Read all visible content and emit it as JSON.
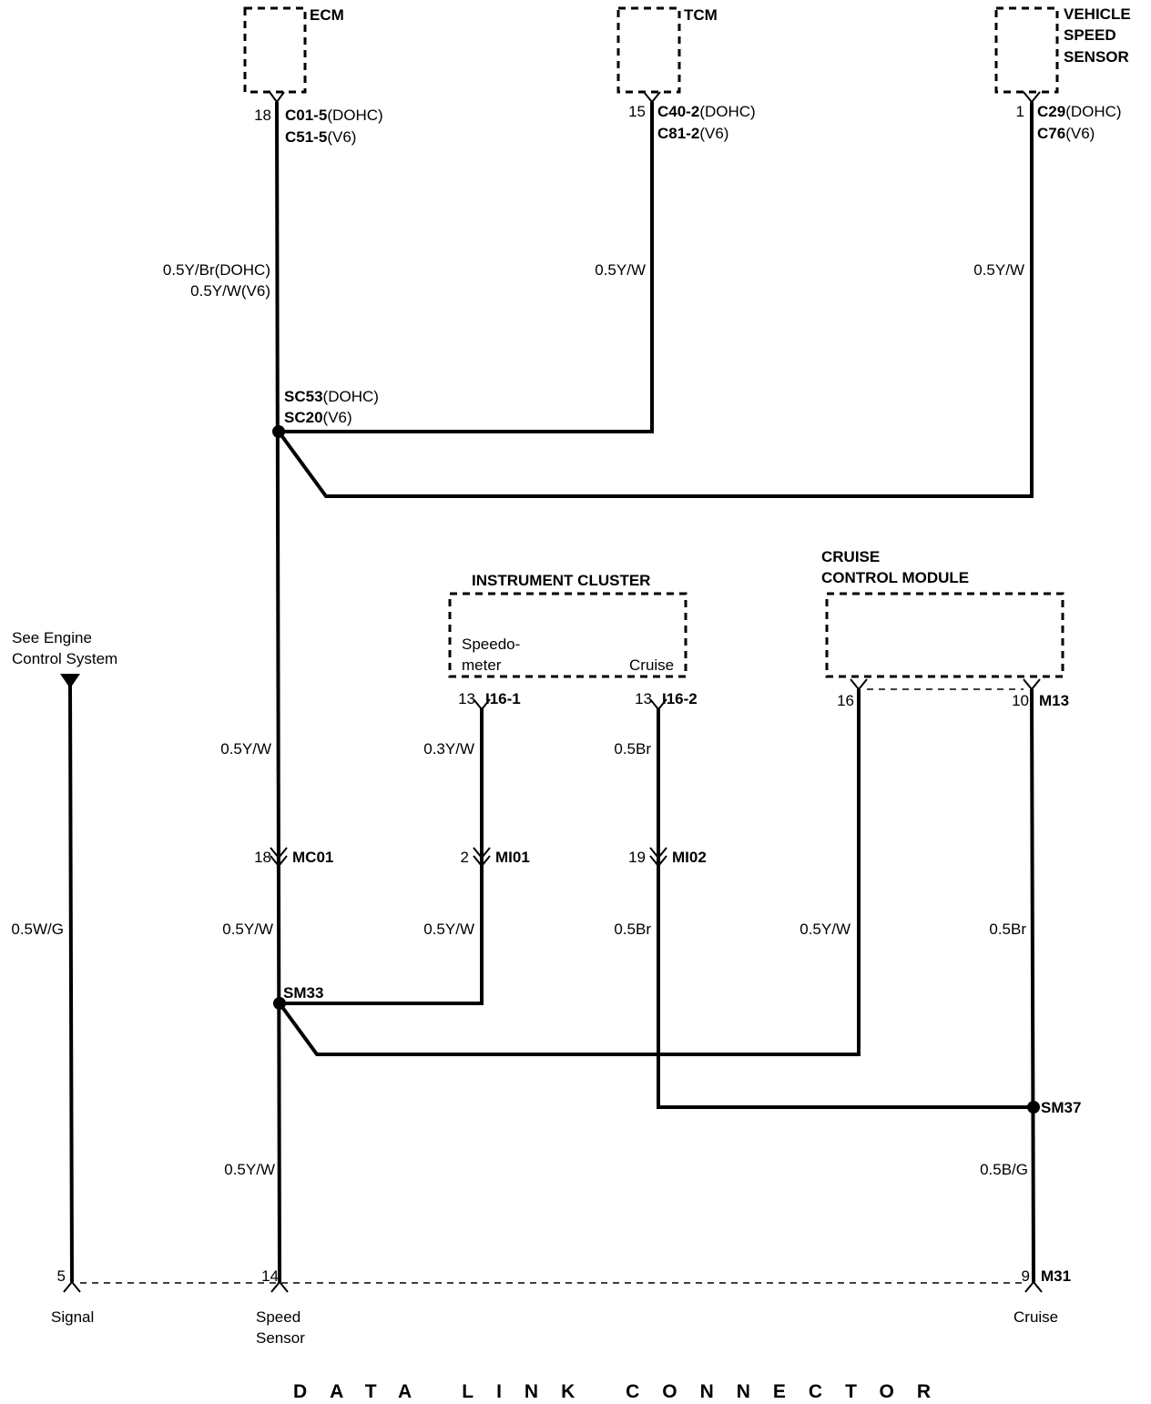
{
  "modules": {
    "ecm": "ECM",
    "tcm": "TCM",
    "vss": [
      "VEHICLE",
      "SPEED",
      "SENSOR"
    ],
    "cluster": "INSTRUMENT CLUSTER",
    "cluster_speedo": [
      "Speedo-",
      "meter"
    ],
    "cluster_cruise": "Cruise",
    "ccm": [
      "CRUISE",
      "CONTROL MODULE"
    ],
    "ecs_note": [
      "See  Engine",
      "Control System"
    ]
  },
  "pins": {
    "ecm": "18",
    "tcm": "15",
    "vss": "1",
    "i161": "13",
    "i162": "13",
    "ccm16": "16",
    "ccm10": "10",
    "mc01": "18",
    "mi01": "2",
    "mi02": "19",
    "dlc5": "5",
    "dlc14": "14",
    "dlc9": "9"
  },
  "connectors": {
    "ecm": [
      {
        "code": "C01-5",
        "suffix": "(DOHC)"
      },
      {
        "code": "C51-5",
        "suffix": "(V6)"
      }
    ],
    "tcm": [
      {
        "code": "C40-2",
        "suffix": "(DOHC)"
      },
      {
        "code": "C81-2",
        "suffix": "(V6)"
      }
    ],
    "vss": [
      {
        "code": "C29",
        "suffix": "(DOHC)"
      },
      {
        "code": "C76",
        "suffix": "(V6)"
      }
    ],
    "i161": "I16-1",
    "i162": "I16-2",
    "m13": "M13",
    "mc01": "MC01",
    "mi01": "MI01",
    "mi02": "MI02",
    "m31": "M31"
  },
  "splices": {
    "sc": [
      {
        "code": "SC53",
        "suffix": "(DOHC)"
      },
      {
        "code": "SC20",
        "suffix": "(V6)"
      }
    ],
    "sm33": "SM33",
    "sm37": "SM37"
  },
  "wires": {
    "ecm": [
      "0.5Y/Br(DOHC)",
      "0.5Y/W(V6)"
    ],
    "tcm": "0.5Y/W",
    "vss": "0.5Y/W",
    "main_upper": "0.5Y/W",
    "main_mid": "0.5Y/W",
    "main_lower": "0.5Y/W",
    "speedo_upper": "0.3Y/W",
    "speedo_lower": "0.5Y/W",
    "cruise_upper": "0.5Br",
    "cruise_lower": "0.5Br",
    "ccm16": "0.5Y/W",
    "ccm10": "0.5Br",
    "signal": "0.5W/G",
    "cruise_out": "0.5B/G"
  },
  "dlc": {
    "signal": "Signal",
    "speed_sensor": [
      "Speed",
      "Sensor"
    ],
    "cruise": "Cruise",
    "title": "DATA LINK CONNECTOR"
  }
}
